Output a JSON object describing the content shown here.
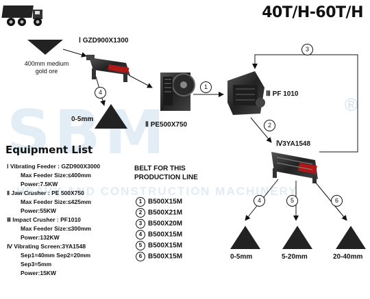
{
  "title": "40T/H-60T/H",
  "watermark": {
    "brand": "SBM",
    "subtitle": "HEAVY AND CONSTRUCTION MACHINERY",
    "reg": "®"
  },
  "feed_label": "400mm medium gold ore",
  "machines": {
    "feeder": "Ⅰ GZD900X1300",
    "jaw": "Ⅱ PE500X750",
    "impact": "Ⅲ PF 1010",
    "screen": "Ⅳ3YA1548"
  },
  "flow_numbers": [
    "1",
    "2",
    "3",
    "4",
    "5",
    "6"
  ],
  "outputs": {
    "feeder_out": "0-5mm",
    "out4": "0-5mm",
    "out5": "5-20mm",
    "out6": "20-40mm"
  },
  "equipment": {
    "title": "Equipment List",
    "lines": [
      "Ⅰ  Vibrating Feeder : GZD900X3000",
      "Max Feeder Size:≤400mm",
      "Power:7.5KW",
      "Ⅱ  Jaw Crusher : PE 500X750",
      "Max Feeder Size:≤425mm",
      "Power:55KW",
      "Ⅲ Impact Crusher : PF1010",
      "Max Feeder Size:≤300mm",
      "Power:132KW",
      "Ⅳ Vibrating Screen:3YA1548",
      "Sep1=40mm    Sep2=20mm",
      "Sep3=5mm",
      "Power:15KW"
    ]
  },
  "belt": {
    "heading_1": "BELT FOR THIS",
    "heading_2": "PRODUCTION LINE",
    "rows": [
      {
        "num": "1",
        "value": "B500X15M"
      },
      {
        "num": "2",
        "value": "B500X21M"
      },
      {
        "num": "3",
        "value": "B500X20M"
      },
      {
        "num": "4",
        "value": "B500X15M"
      },
      {
        "num": "5",
        "value": "B500X15M"
      },
      {
        "num": "6",
        "value": "B500X15M"
      }
    ]
  }
}
